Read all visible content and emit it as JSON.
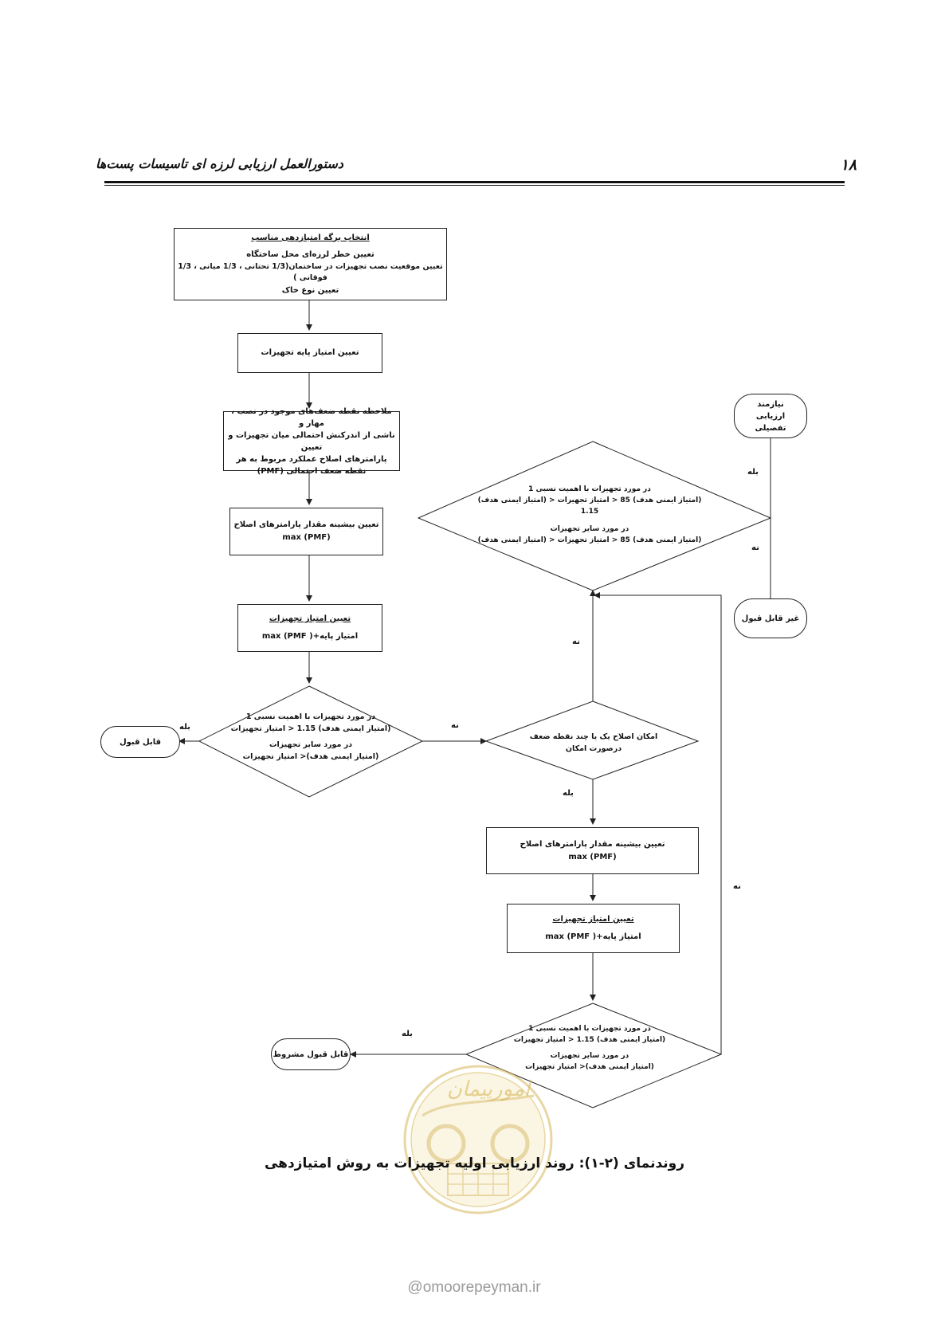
{
  "header": {
    "title": "دستورالعمل ارزیابی لرزه ای تاسیسات پست‌ها",
    "page_number": "۱۸"
  },
  "flowchart": {
    "box1": {
      "heading": "انتخاب برگه امتیازدهی مناسب",
      "line1": "تعیین خطر لرزه‌ای محل ساختگاه",
      "line2": "تعیین موقعیت نصب تجهیزات در ساختمان(1/3 تحتانی ، 1/3 میانی ، 1/3 فوقانی )",
      "line3": "تعیین نوع خاک"
    },
    "box2": {
      "text": "تعیین امتیاز پایه تجهیزات"
    },
    "box3": {
      "line1": "ملاحظه نقطه ضعف‌های موجود در نصب ، مهار و",
      "line2": "ناشی از اندرکنش احتمالی میان تجهیزات و تعیین",
      "line3": "پارامترهای اصلاح عملکرد مربوط به هر",
      "line4": "نقطه ضعف احتمالی (PMF)"
    },
    "box4": {
      "line1": "تعیین بیشینه مقدار پارامترهای اصلاح",
      "line2": "max (PMF)"
    },
    "box5": {
      "heading": "تعیین امتیاز تجهیزات",
      "line1": "امتیاز پایه+max (PMF )"
    },
    "diamond1": {
      "line1": "در مورد تجهیزات با اهمیت نسبی 1",
      "line2": "(امتیاز ایمنی هدف) 1.15 < امتیاز تجهیزات",
      "line3": "در مورد سایر تجهیزات",
      "line4": "(امتیاز ایمنی هدف)< امتیاز تجهیزات"
    },
    "accept": {
      "text": "قابل قبول"
    },
    "diamond2": {
      "line1": "امکان اصلاح یک یا چند نقطه ضعف",
      "line2": "درصورت امکان"
    },
    "box6": {
      "line1": "تعیین بیشینه مقدار پارامترهای اصلاح",
      "line2": "max (PMF)"
    },
    "box7": {
      "heading": "تعیین امتیاز تجهیزات",
      "line1": "امتیاز پایه+max (PMF )"
    },
    "diamond3": {
      "line1": "در مورد تجهیزات با اهمیت نسبی 1",
      "line2": "(امتیاز ایمنی هدف) 1.15 < امتیاز تجهیزات",
      "line3": "در مورد سایر تجهیزات",
      "line4": "(امتیاز ایمنی هدف)< امتیاز تجهیزات"
    },
    "conditional": {
      "text": "قابل قبول مشروط"
    },
    "diamond4": {
      "line1": "در مورد تجهیزات با اهمیت نسبی 1",
      "line2": "(امتیاز ایمنی هدف) 85 < امتیاز تجهیزات < (امتیاز ایمنی هدف) 1.15",
      "line3": "در مورد سایر تجهیزات",
      "line4": "(امتیاز ایمنی هدف) 85 < امتیاز تجهیزات < (امتیاز ایمنی هدف)"
    },
    "detailed": {
      "text": "نیازمند ارزیابی تفصیلی"
    },
    "reject": {
      "text": "غیر قابل قبول"
    },
    "labels": {
      "yes": "بله",
      "no": "نه"
    }
  },
  "caption": "روندنمای (۲-۱): روند ارزیابی اولیه تجهیزات به روش امتیازدهی",
  "watermark": {
    "brand": "امورپیمان",
    "website": "@omoorepeyman.ir"
  }
}
